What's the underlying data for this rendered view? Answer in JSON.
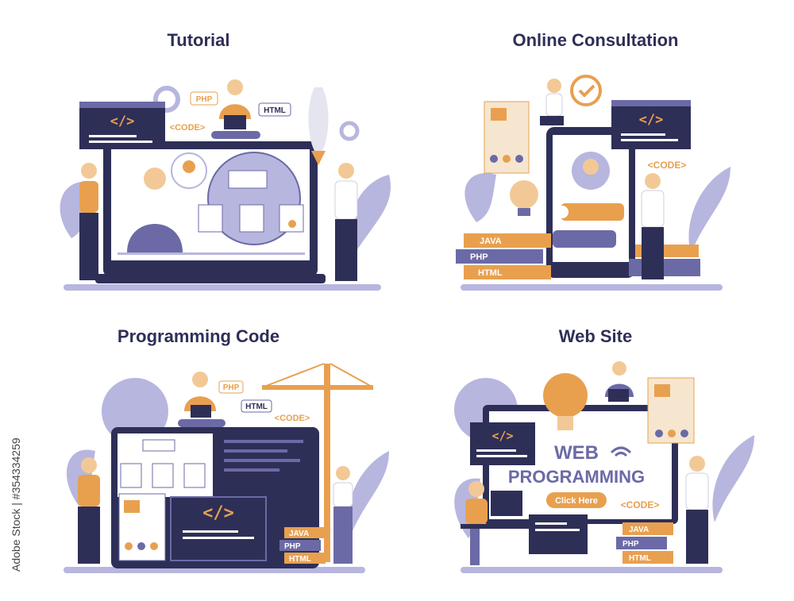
{
  "panels": {
    "tutorial": {
      "title": "Tutorial",
      "tags": {
        "php": "PHP",
        "html": "HTML",
        "code": "<CODE>",
        "code_brackets": "</>"
      }
    },
    "consultation": {
      "title": "Online Consultation",
      "tags": {
        "code_brackets": "</>",
        "code": "<CODE>"
      },
      "books": [
        "JAVA",
        "PHP",
        "HTML"
      ]
    },
    "programming_code": {
      "title": "Programming Code",
      "tags": {
        "php": "PHP",
        "html": "HTML",
        "code": "<CODE>",
        "code_brackets": "</>"
      },
      "books": [
        "JAVA",
        "PHP",
        "HTML"
      ]
    },
    "website": {
      "title": "Web Site",
      "headline_1": "WEB",
      "headline_2": "PROGRAMMING",
      "button": "Click Here",
      "tags": {
        "code": "<CODE>",
        "code_brackets": "</>"
      },
      "books": [
        "JAVA",
        "PHP",
        "HTML"
      ]
    }
  },
  "stock_id": "Adobe Stock | #354334259",
  "colors": {
    "navy": "#2e2f57",
    "purple": "#6b6aa6",
    "lavender": "#b7b6df",
    "orange": "#e8a04f",
    "peach": "#f2c996"
  }
}
